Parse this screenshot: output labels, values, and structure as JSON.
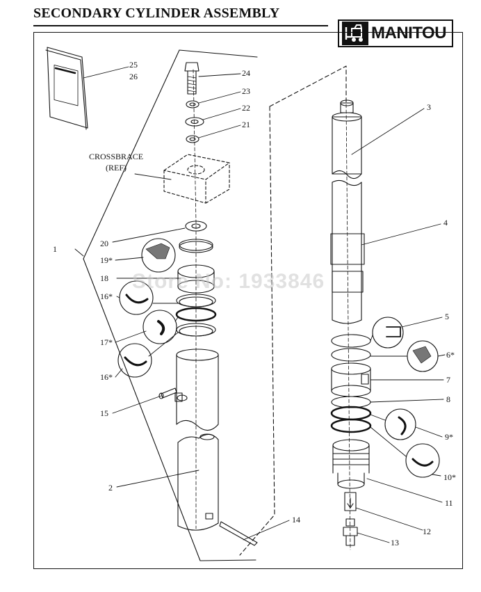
{
  "title": "SECONDARY CYLINDER ASSEMBLY",
  "logo": {
    "text": "MANITOU",
    "icon": "forklift-logo-icon"
  },
  "reference_label": {
    "line1": "CROSSBRACE",
    "line2": "(REF)"
  },
  "callouts": {
    "c1": "1",
    "c2": "2",
    "c3": "3",
    "c4": "4",
    "c5": "5",
    "c6": "6*",
    "c7": "7",
    "c8": "8",
    "c9": "9*",
    "c10": "10*",
    "c11": "11",
    "c12": "12",
    "c13": "13",
    "c14": "14",
    "c15": "15",
    "c16a": "16*",
    "c16b": "16*",
    "c17": "17*",
    "c18": "18",
    "c19": "19*",
    "c20": "20",
    "c21": "21",
    "c22": "22",
    "c23": "23",
    "c24": "24",
    "c25": "25",
    "c26": "26"
  },
  "watermark": "Store No: 1933846"
}
